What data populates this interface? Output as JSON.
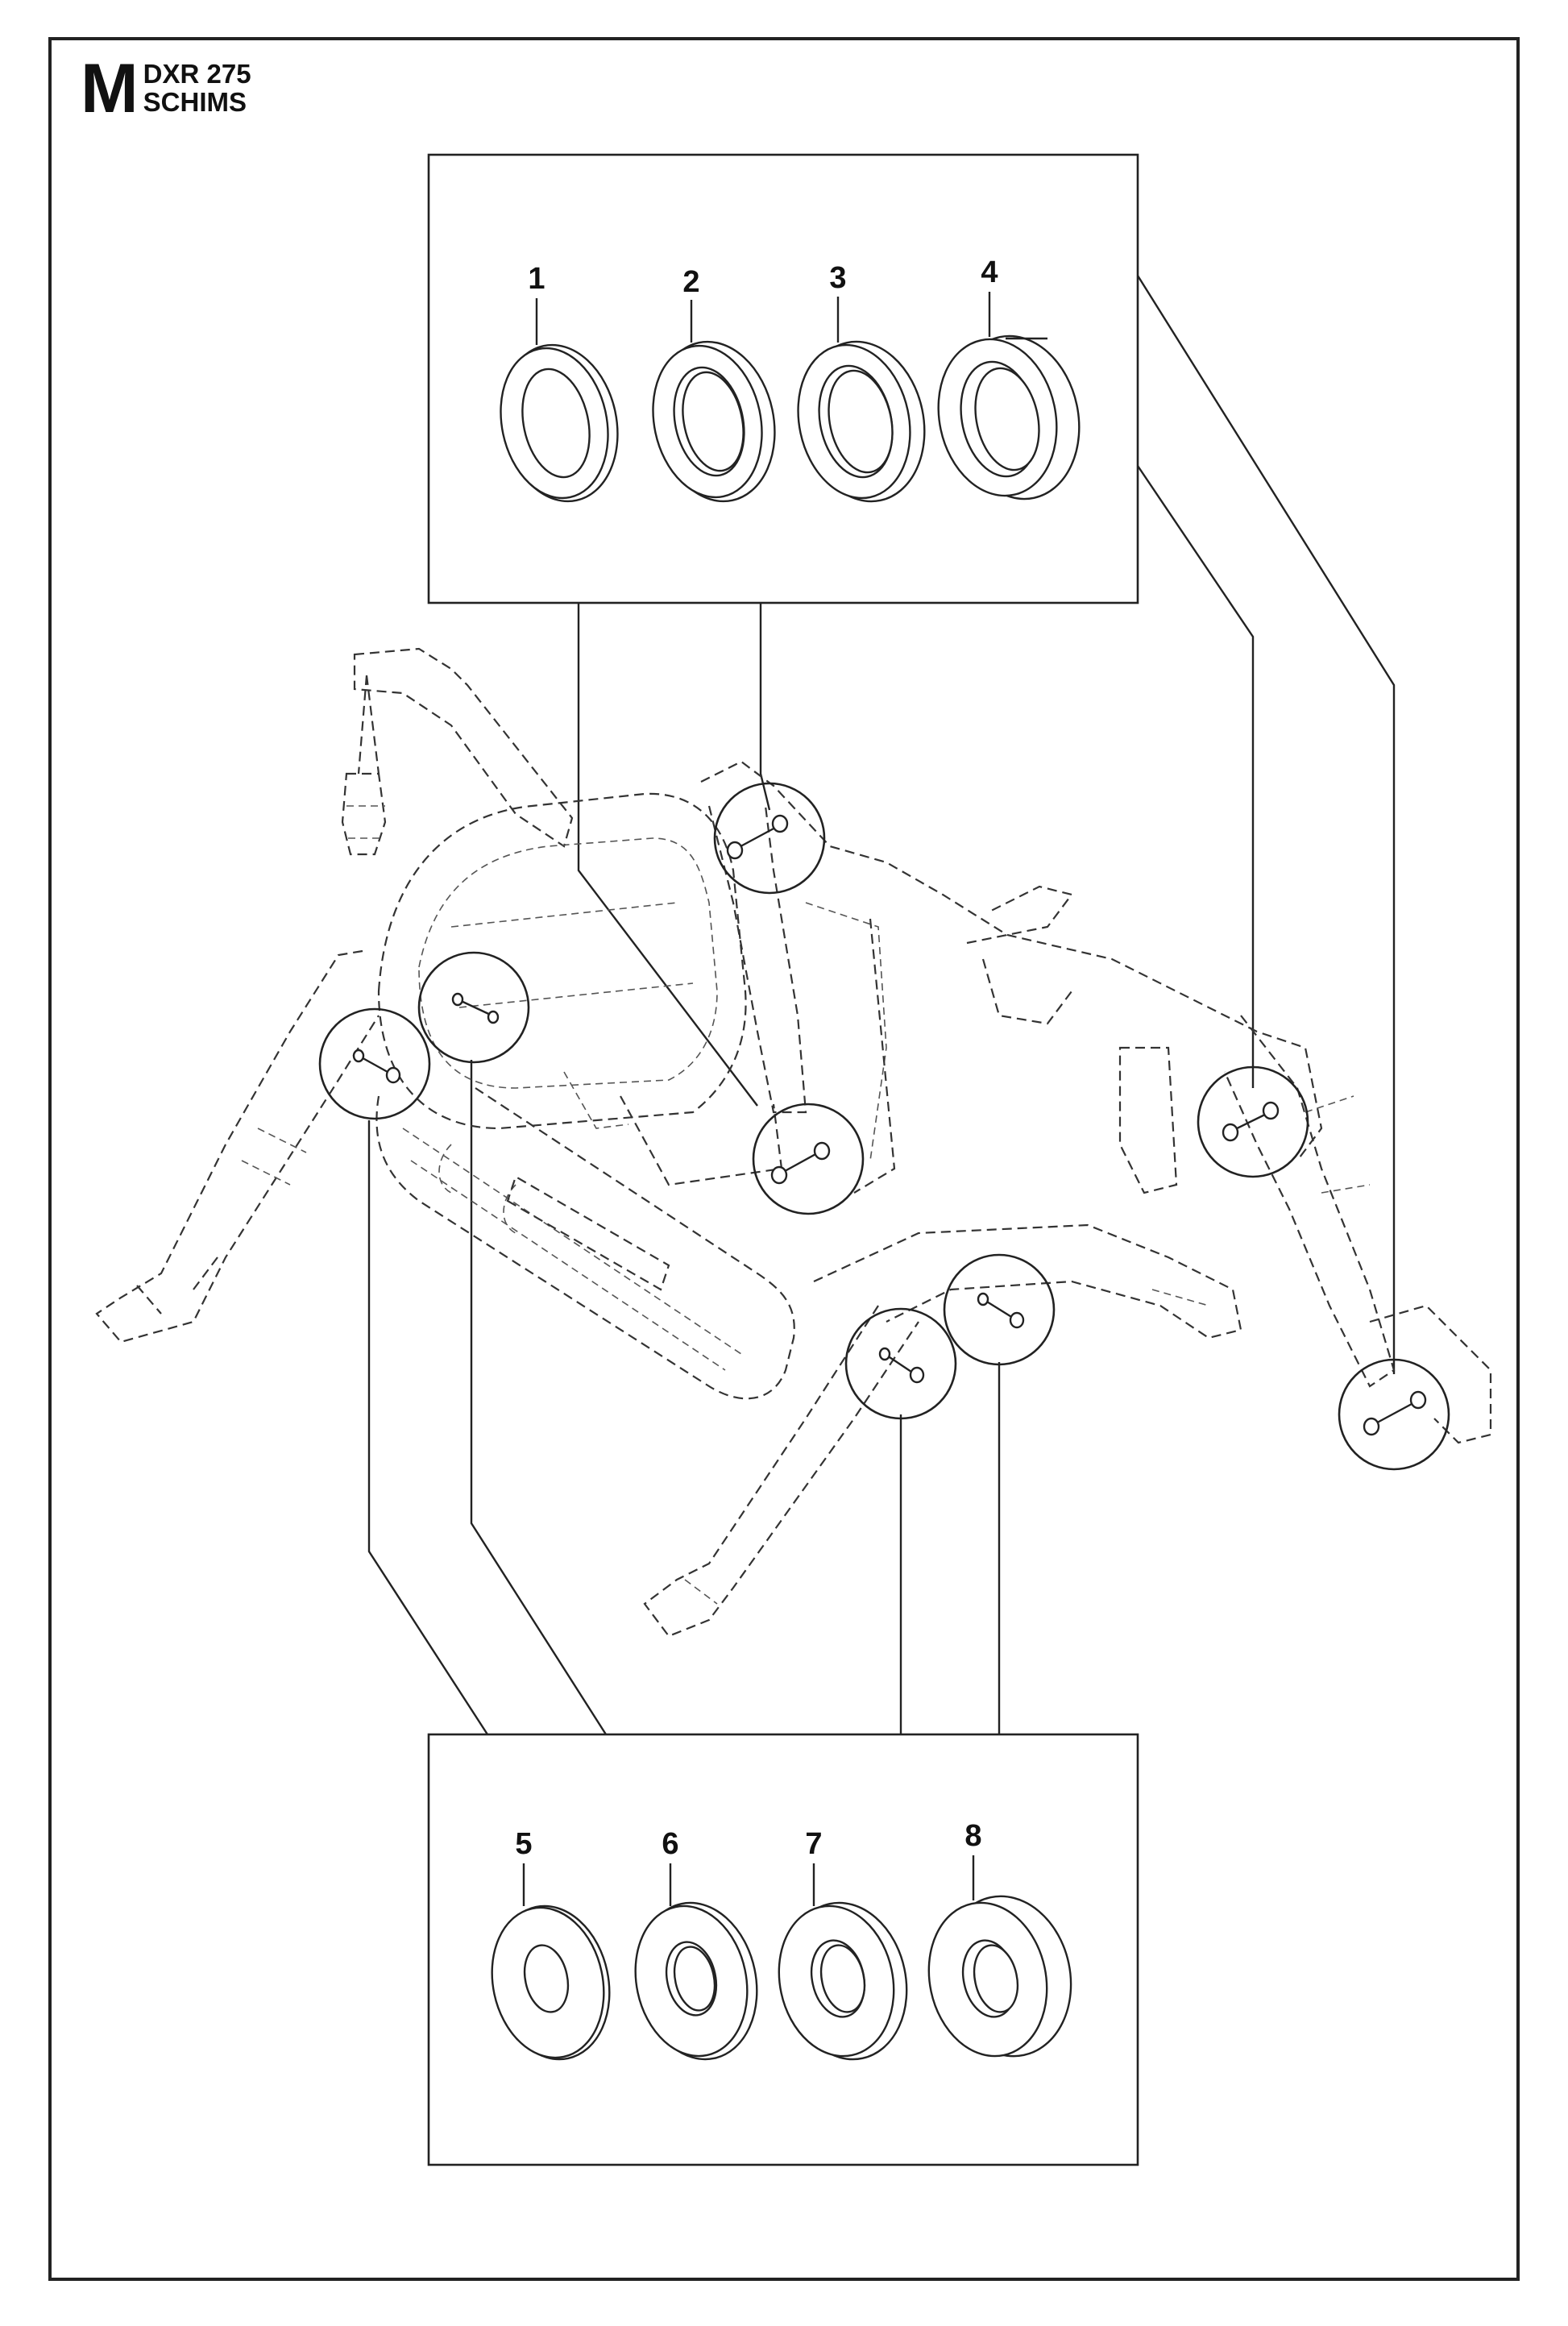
{
  "header": {
    "section_letter": "M",
    "model": "DXR 275",
    "section_title": "SCHIMS"
  },
  "callouts": {
    "top_group": [
      "1",
      "2",
      "3",
      "4"
    ],
    "bottom_group": [
      "5",
      "6",
      "7",
      "8"
    ]
  }
}
